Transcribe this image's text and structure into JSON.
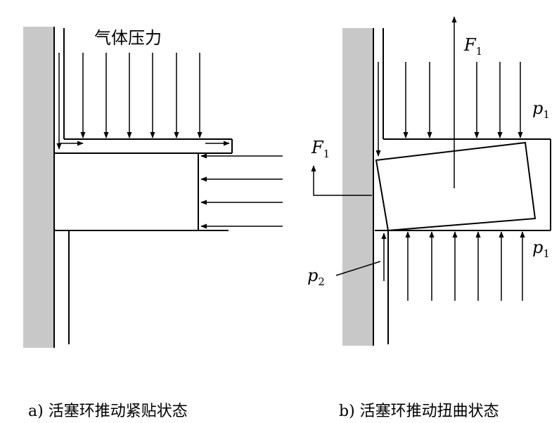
{
  "diagram_a": {
    "gas_pressure_label": "气体压力",
    "caption": "a) 活塞环推动紧贴状态"
  },
  "diagram_b": {
    "force_top": {
      "symbol": "F",
      "subscript": "1"
    },
    "force_left": {
      "symbol": "F",
      "subscript": "1"
    },
    "pressure_top_right": {
      "symbol": "p",
      "subscript": "1"
    },
    "pressure_bottom_right": {
      "symbol": "p",
      "subscript": "1"
    },
    "pressure_left_gap": {
      "symbol": "p",
      "subscript": "2"
    },
    "caption": "b) 活塞环推动扭曲状态"
  },
  "colors": {
    "wall": "#c8c8c8",
    "line": "#000000",
    "background": "#ffffff"
  }
}
